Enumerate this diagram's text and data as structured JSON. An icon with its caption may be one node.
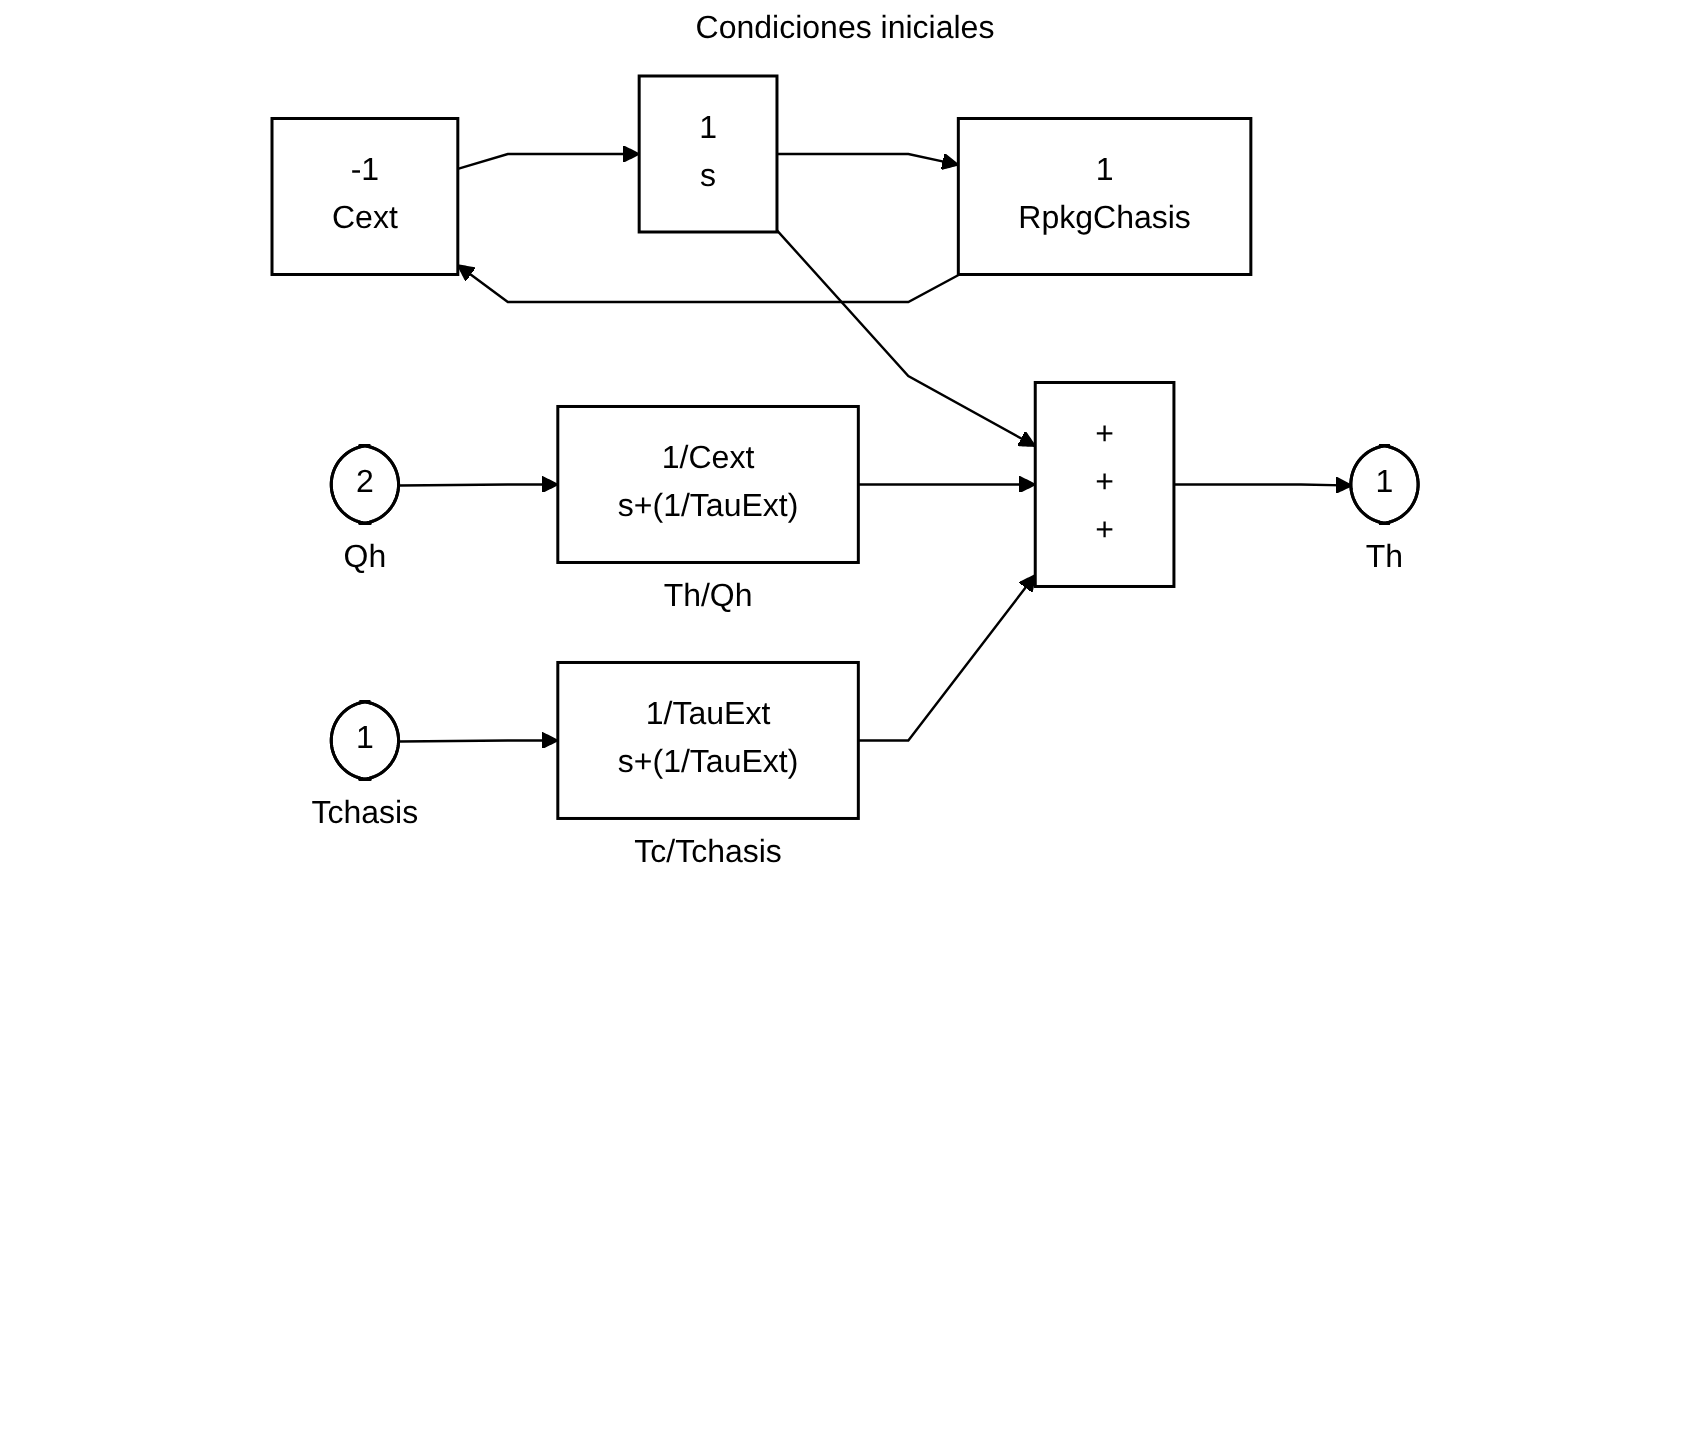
{
  "diagram": {
    "nodes": [
      {
        "text": [
          "-1",
          "Cext"
        ]
      },
      {
        "text": [
          "1",
          "s"
        ]
      },
      {
        "text": [
          "1",
          "RpkgChasis"
        ]
      },
      {
        "text": [
          "+",
          "+",
          "+"
        ]
      },
      {
        "text": [
          "2"
        ],
        "beside": [
          "Qh"
        ]
      },
      {
        "text": [
          "1/Cext",
          "s+(1/TauExt)"
        ],
        "beside": [
          "Th/Qh"
        ]
      },
      {
        "text": [
          "1"
        ],
        "beside": [
          "Th"
        ]
      },
      {
        "text": [
          "1"
        ],
        "beside": [
          "Tchasis"
        ]
      },
      {
        "text": [
          "1/TauExt",
          "s+(1/TauExt)"
        ],
        "beside": [
          "Tc/Tchasis"
        ]
      }
    ],
    "edges": [
      {
        "from": 0,
        "to": 1,
        "arrow": "to"
      },
      {
        "from": 1,
        "to": 2,
        "arrow": "to"
      },
      {
        "from": 1,
        "to": 3,
        "arrow": "to"
      },
      {
        "from": 2,
        "to": 0,
        "arrow": "to"
      },
      {
        "from": 4,
        "to": 5,
        "arrow": "to"
      },
      {
        "from": 5,
        "to": 3,
        "arrow": "to"
      },
      {
        "from": 7,
        "to": 8,
        "arrow": "to"
      },
      {
        "from": 8,
        "to": 3,
        "arrow": "to"
      },
      {
        "from": 3,
        "to": 6,
        "arrow": "to"
      }
    ],
    "labels": [
      "Condiciones iniciales"
    ]
  }
}
